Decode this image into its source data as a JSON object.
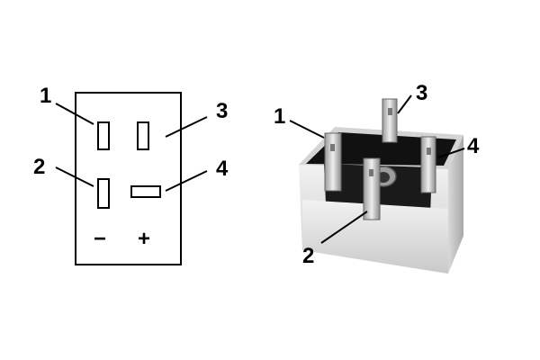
{
  "schematic": {
    "pin_labels": [
      "1",
      "2",
      "3",
      "4"
    ],
    "polarity": {
      "minus": "−",
      "plus": "+"
    }
  },
  "photo": {
    "pin_labels": [
      "1",
      "2",
      "3",
      "4"
    ]
  },
  "colors": {
    "ink": "#000000",
    "body_light": "#e6e6e6",
    "body_shade": "#b9b9b9",
    "potting": "#111111",
    "terminal": "#cfcfcf"
  }
}
